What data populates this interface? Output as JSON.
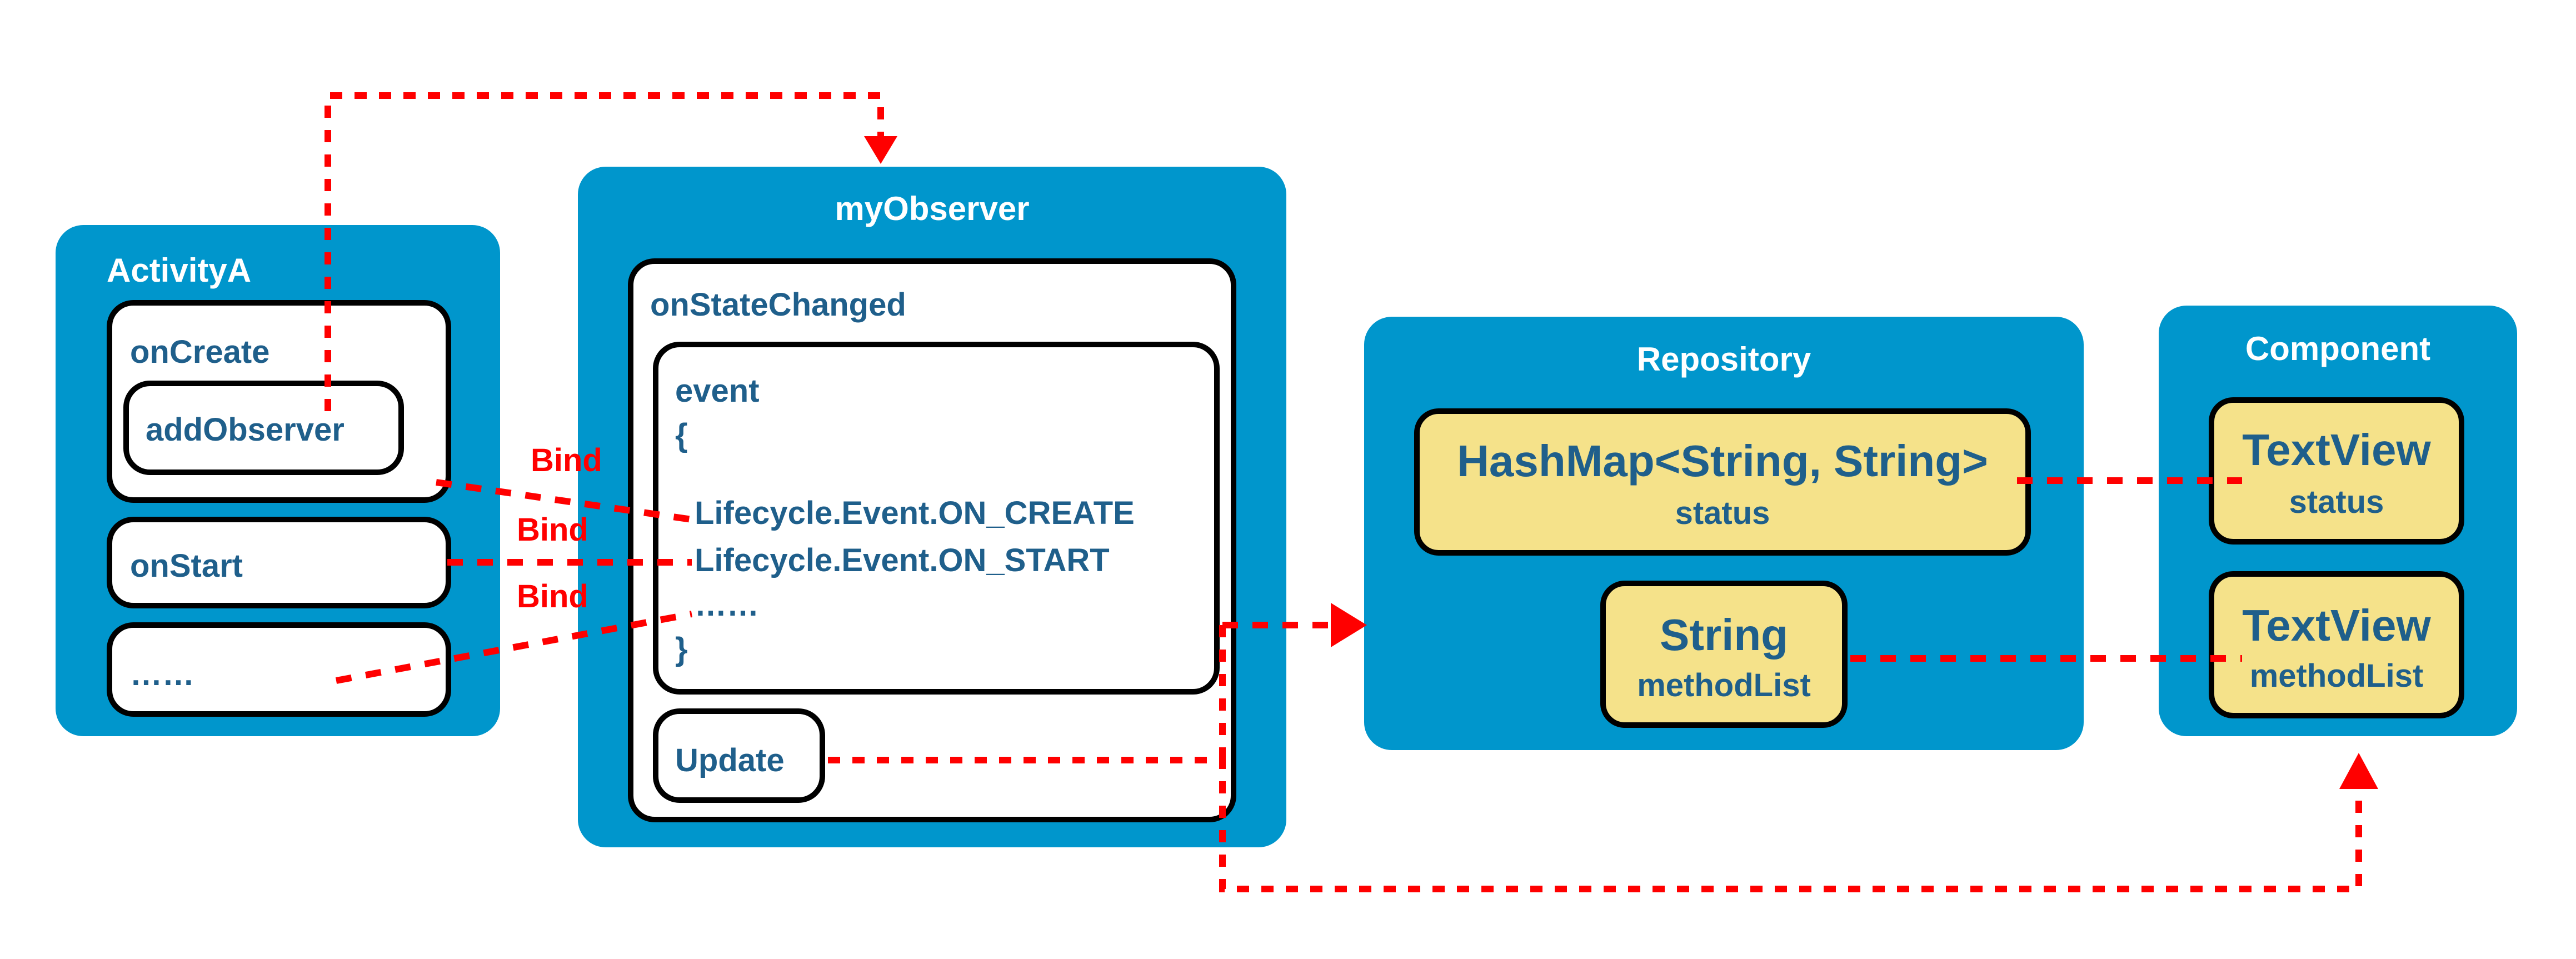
{
  "activity": {
    "title": "ActivityA",
    "on_create": "onCreate",
    "add_observer": "addObserver",
    "on_start": "onStart",
    "more": "……"
  },
  "observer": {
    "title": "myObserver",
    "on_state_changed": "onStateChanged",
    "event_label": "event",
    "open_brace": "{",
    "on_create_event": "Lifecycle.Event.ON_CREATE",
    "on_start_event": "Lifecycle.Event.ON_START",
    "more": "……",
    "close_brace": "}",
    "update": "Update"
  },
  "repository": {
    "title": "Repository",
    "hashmap_type": "HashMap<String, String>",
    "hashmap_name": "status",
    "string_type": "String",
    "string_name": "methodList"
  },
  "component": {
    "title": "Component",
    "tv1_type": "TextView",
    "tv1_name": "status",
    "tv2_type": "TextView",
    "tv2_name": "methodList"
  },
  "bind_labels": [
    "Bind",
    "Bind",
    "Bind"
  ],
  "colors": {
    "panel": "#0096cc",
    "text": "#1f5f8b",
    "highlight": "#f5e28a",
    "connector": "#ff0000"
  }
}
